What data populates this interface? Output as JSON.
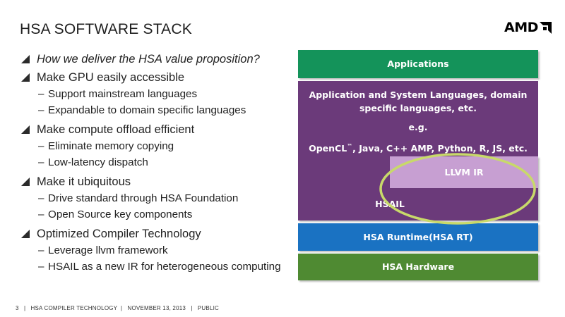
{
  "slide": {
    "title": "HSA SOFTWARE STACK"
  },
  "logo": {
    "text": "AMD"
  },
  "bullets": [
    {
      "text": "How we deliver the HSA value proposition?",
      "italic": true,
      "sub": []
    },
    {
      "text": "Make GPU easily accessible",
      "sub": [
        "Support mainstream languages",
        "Expandable to domain specific languages"
      ]
    },
    {
      "text": "Make compute offload efficient",
      "sub": [
        "Eliminate memory copying",
        "Low-latency dispatch"
      ]
    },
    {
      "text": "Make it ubiquitous",
      "sub": [
        "Drive standard through HSA Foundation",
        "Open Source key components"
      ]
    },
    {
      "text": "Optimized Compiler Technology",
      "sub": [
        "Leverage llvm framework",
        "HSAIL as a new IR for heterogeneous computing"
      ]
    }
  ],
  "stack": {
    "applications": "Applications",
    "languages_line1": "Application and System Languages, domain",
    "languages_line2": "specific languages, etc.",
    "eg": "e.g.",
    "opencl_prefix": "OpenCL",
    "opencl_tm": "™",
    "opencl_rest": ", Java, C++ AMP, Python, R, JS, etc.",
    "llvm_ir": "LLVM IR",
    "hsail": "HSAIL",
    "runtime": "HSA Runtime(HSA RT)",
    "hardware": "HSA Hardware"
  },
  "colors": {
    "applications": "#14935a",
    "languages": "#6b3a7a",
    "llvm_ir": "#c79fd2",
    "runtime": "#1a72c2",
    "hardware": "#4f8a32",
    "highlight_ellipse": "#c8d96a"
  },
  "footer": {
    "page": "3",
    "sep": "|",
    "title": "HSA COMPILER TECHNOLOGY",
    "date": "NOVEMBER 13, 2013",
    "classification": "PUBLIC"
  }
}
